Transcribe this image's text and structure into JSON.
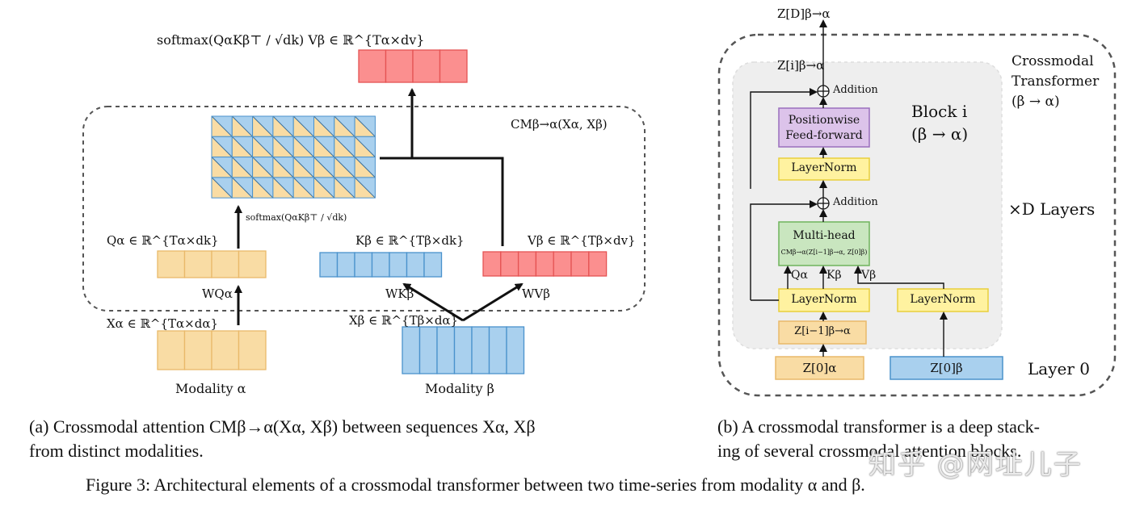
{
  "panel_a": {
    "output_formula": "softmax(QαKβ⊤ / √dk) Vβ ∈ ℝ^{Tα×dv}",
    "cm_label": "CMβ→α(Xα, Xβ)",
    "q_label": "Qα ∈ ℝ^{Tα×dk}",
    "k_label": "Kβ ∈ ℝ^{Tβ×dk}",
    "v_label": "Vβ ∈ ℝ^{Tβ×dv}",
    "softmax_inner": "softmax(QαKβ⊤ / √dk)",
    "wq": "WQα",
    "wk": "WKβ",
    "wv": "WVβ",
    "xa_label": "Xα ∈ ℝ^{Tα×dα}",
    "xb_label": "Xβ ∈ ℝ^{Tβ×dα}",
    "mod_a": "Modality α",
    "mod_b": "Modality β"
  },
  "panel_b": {
    "top_output": "Z[D]β→α",
    "zi_label": "Z[i]β→α",
    "addition_1": "Addition",
    "addition_2": "Addition",
    "positionwise_1": "Positionwise",
    "positionwise_2": "Feed-forward",
    "layernorm_top": "LayerNorm",
    "multihead_1": "Multi-head",
    "multihead_2": "CMβ→α(Z[i−1]β→α, Z[0]β)",
    "qa": "Qα",
    "kb": "Kβ",
    "vb": "Vβ",
    "layernorm_left": "LayerNorm",
    "layernorm_right": "LayerNorm",
    "z_prev": "Z[i−1]β→α",
    "z0_alpha": "Z[0]α",
    "z0_beta": "Z[0]β",
    "block_1": "Block i",
    "block_2": "(β → α)",
    "crossmodal_1": "Crossmodal",
    "crossmodal_2": "Transformer",
    "crossmodal_3": "(β → α)",
    "layers": "×D Layers",
    "layer0": "Layer 0"
  },
  "captions": {
    "a_line1": "(a) Crossmodal attention CMβ→α(Xα, Xβ) between sequences Xα, Xβ",
    "a_line2": "from distinct modalities.",
    "b_line1": "(b) A crossmodal transformer is a deep stack-",
    "b_line2": "ing of several crossmodal attention blocks.",
    "figure": "Figure 3: Architectural elements of a crossmodal transformer between two time-series from modality α and β."
  },
  "watermark": "知乎 @网址儿子",
  "colors": {
    "orange_fill": "#f9dca4",
    "orange_stroke": "#e9b96a",
    "blue_fill": "#a9d0ee",
    "blue_stroke": "#4a92cc",
    "red_fill": "#fb8f8f",
    "red_stroke": "#e55353",
    "purple_fill": "#dcc3ea",
    "green_fill": "#c9e6bf",
    "yellow_fill": "#fff2a0"
  }
}
